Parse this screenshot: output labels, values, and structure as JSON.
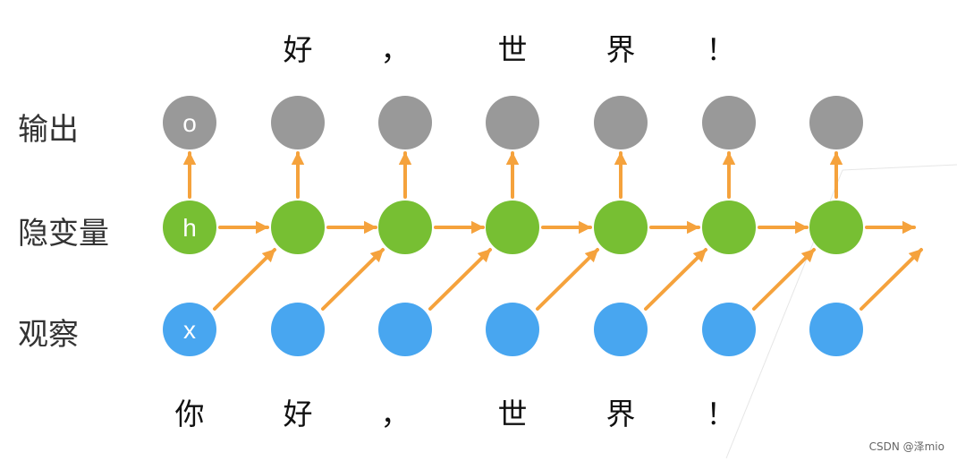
{
  "row_labels": {
    "output": "输出",
    "hidden": "隐变量",
    "observed": "观察"
  },
  "output_words": [
    "好",
    "，",
    "世",
    "界",
    "！",
    "",
    ""
  ],
  "input_words": [
    "你",
    "好",
    "，",
    "世",
    "界",
    "！",
    ""
  ],
  "node_letters": {
    "output": "o",
    "hidden": "h",
    "observed": "x"
  },
  "colors": {
    "output": "#999999",
    "hidden": "#77bf33",
    "observed": "#48a6f0",
    "arrow": "#f5a23c"
  },
  "watermark": "CSDN @泽mio"
}
